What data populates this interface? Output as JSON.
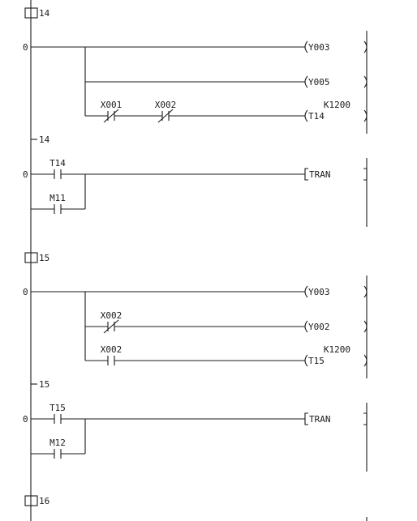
{
  "steps": [
    {
      "id": "step-14",
      "label": "14",
      "blocks": [
        {
          "id": "output",
          "step_num": "0",
          "rows": [
            {
              "contacts": [],
              "coil": "Y003",
              "coil_type": "out",
              "coil_param": ""
            },
            {
              "contacts": [],
              "coil": "Y005",
              "coil_type": "out",
              "coil_param": ""
            },
            {
              "contacts": [
                {
                  "name": "X001",
                  "type": "nc"
                },
                {
                  "name": "X002",
                  "type": "nc"
                }
              ],
              "coil": "T14",
              "coil_type": "out",
              "coil_param": "K1200"
            }
          ]
        },
        {
          "id": "transfer",
          "step_num": "0",
          "transfer_label": "14",
          "rows": [
            {
              "contacts": [
                {
                  "name": "T14",
                  "type": "no"
                }
              ],
              "coil": "TRAN",
              "coil_type": "tran",
              "coil_param": ""
            },
            {
              "contacts": [
                {
                  "name": "M11",
                  "type": "no"
                }
              ]
            }
          ]
        }
      ]
    },
    {
      "id": "step-15",
      "label": "15",
      "blocks": [
        {
          "id": "output",
          "step_num": "0",
          "rows": [
            {
              "contacts": [],
              "coil": "Y003",
              "coil_type": "out",
              "coil_param": ""
            },
            {
              "contacts": [
                {
                  "name": "X002",
                  "type": "nc"
                }
              ],
              "coil": "Y002",
              "coil_type": "out",
              "coil_param": ""
            },
            {
              "contacts": [
                {
                  "name": "X002",
                  "type": "no"
                }
              ],
              "coil": "T15",
              "coil_type": "out",
              "coil_param": "K1200"
            }
          ]
        },
        {
          "id": "transfer",
          "step_num": "0",
          "transfer_label": "15",
          "rows": [
            {
              "contacts": [
                {
                  "name": "T15",
                  "type": "no"
                }
              ],
              "coil": "TRAN",
              "coil_type": "tran",
              "coil_param": ""
            },
            {
              "contacts": [
                {
                  "name": "M12",
                  "type": "no"
                }
              ]
            }
          ]
        }
      ]
    },
    {
      "id": "step-16",
      "label": "16",
      "blocks": []
    }
  ]
}
